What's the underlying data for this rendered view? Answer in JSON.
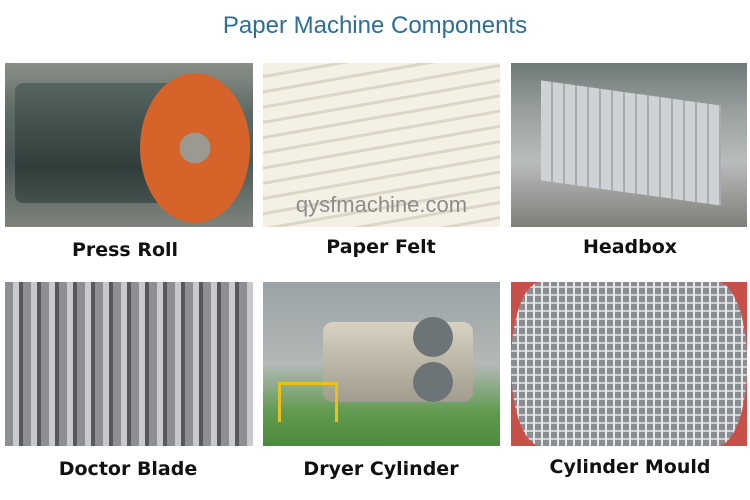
{
  "title": "Paper Machine Components",
  "watermark": "qysfmachine.com",
  "items": [
    {
      "label": "Press Roll",
      "image": "press-roll-photo"
    },
    {
      "label": "Paper Felt",
      "image": "paper-felt-photo"
    },
    {
      "label": "Headbox",
      "image": "headbox-photo"
    },
    {
      "label": "Doctor Blade",
      "image": "doctor-blade-photo"
    },
    {
      "label": "Dryer Cylinder",
      "image": "dryer-cylinder-photo"
    },
    {
      "label": "Cylinder Mould",
      "image": "cylinder-mould-photo"
    }
  ]
}
